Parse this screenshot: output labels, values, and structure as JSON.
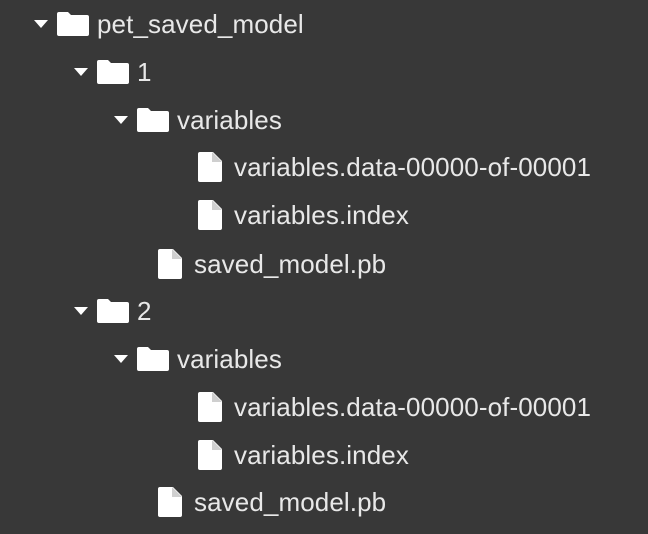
{
  "file_tree": {
    "nodes": [
      {
        "id": "root",
        "type": "folder",
        "expanded": true,
        "label": "pet_saved_model",
        "icon": "folder-icon"
      },
      {
        "id": "v1",
        "type": "folder",
        "expanded": true,
        "label": "1",
        "icon": "folder-icon"
      },
      {
        "id": "v1-variables",
        "type": "folder",
        "expanded": true,
        "label": "variables",
        "icon": "folder-icon"
      },
      {
        "id": "v1-variables-data",
        "type": "file",
        "label": "variables.data-00000-of-00001",
        "icon": "file-icon"
      },
      {
        "id": "v1-variables-index",
        "type": "file",
        "label": "variables.index",
        "icon": "file-icon"
      },
      {
        "id": "v1-saved-model",
        "type": "file",
        "label": "saved_model.pb",
        "icon": "file-icon"
      },
      {
        "id": "v2",
        "type": "folder",
        "expanded": true,
        "label": "2",
        "icon": "folder-icon"
      },
      {
        "id": "v2-variables",
        "type": "folder",
        "expanded": true,
        "label": "variables",
        "icon": "folder-icon"
      },
      {
        "id": "v2-variables-data",
        "type": "file",
        "label": "variables.data-00000-of-00001",
        "icon": "file-icon"
      },
      {
        "id": "v2-variables-index",
        "type": "file",
        "label": "variables.index",
        "icon": "file-icon"
      },
      {
        "id": "v2-saved-model",
        "type": "file",
        "label": "saved_model.pb",
        "icon": "file-icon"
      }
    ]
  },
  "colors": {
    "background": "#383838",
    "text": "#e8e8e8",
    "icon": "#ffffff"
  }
}
